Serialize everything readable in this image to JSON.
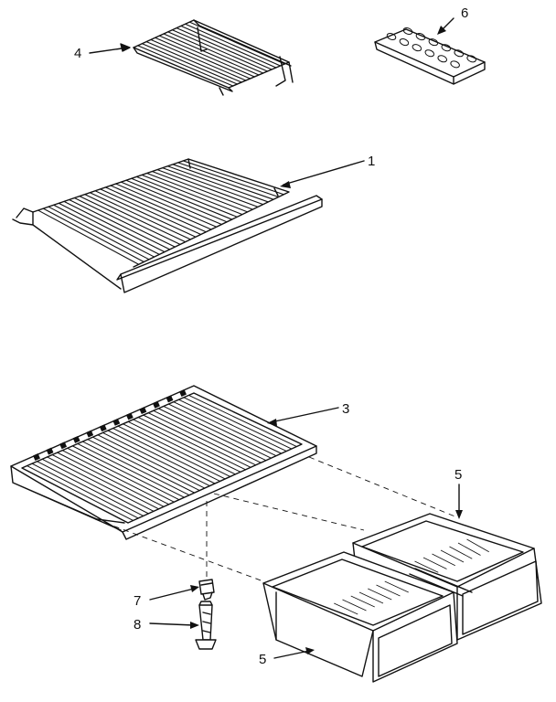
{
  "diagram": {
    "parts": [
      {
        "id": "part-1",
        "label": "1",
        "icon": "wire-shelf"
      },
      {
        "id": "part-3",
        "label": "3",
        "icon": "crisper-cover-shelf-frame"
      },
      {
        "id": "part-4",
        "label": "4",
        "icon": "small-wire-shelf"
      },
      {
        "id": "part-5a",
        "label": "5",
        "icon": "crisper-pan-right"
      },
      {
        "id": "part-5b",
        "label": "5",
        "icon": "crisper-pan-left"
      },
      {
        "id": "part-6",
        "label": "6",
        "icon": "ice-cube-tray"
      },
      {
        "id": "part-7",
        "label": "7",
        "icon": "shelf-support-peg"
      },
      {
        "id": "part-8",
        "label": "8",
        "icon": "support-post"
      }
    ]
  }
}
